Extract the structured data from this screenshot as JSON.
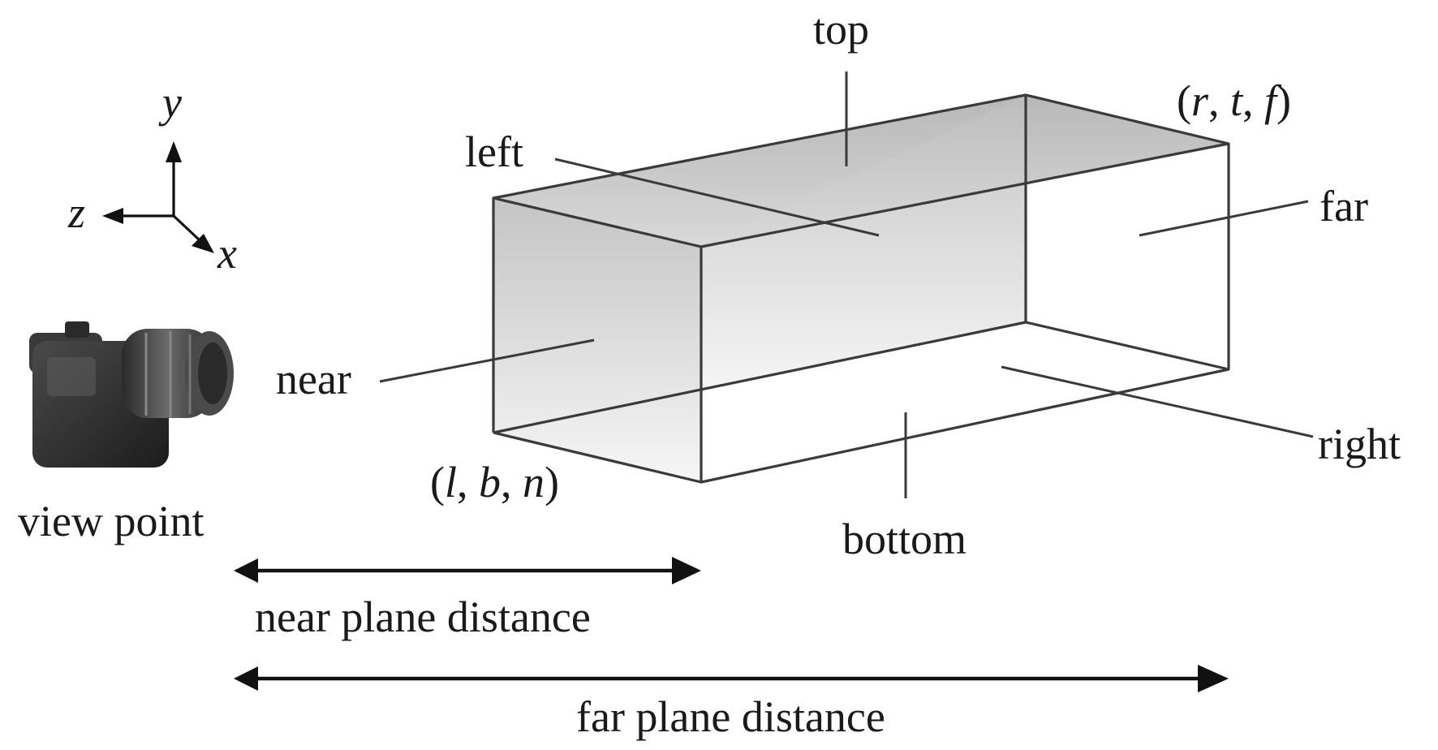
{
  "axes": {
    "y": "y",
    "z": "z",
    "x": "x"
  },
  "faces": {
    "top": "top",
    "left": "left",
    "far": "far",
    "near": "near",
    "right": "right",
    "bottom": "bottom"
  },
  "corners": {
    "far_corner": {
      "open": "(",
      "a": "r",
      "sep1": ", ",
      "b": "t",
      "sep2": ", ",
      "c": "f",
      "close": ")"
    },
    "near_corner": {
      "open": "(",
      "a": "l",
      "sep1": ", ",
      "b": "b",
      "sep2": ", ",
      "c": "n",
      "close": ")"
    }
  },
  "viewpoint_label": "view point",
  "distances": {
    "near": "near plane distance",
    "far": "far plane distance"
  },
  "icons": {
    "camera": "camera-icon"
  },
  "colors": {
    "ink": "#1a1a1a",
    "face_shade": "#bdbdbd"
  }
}
